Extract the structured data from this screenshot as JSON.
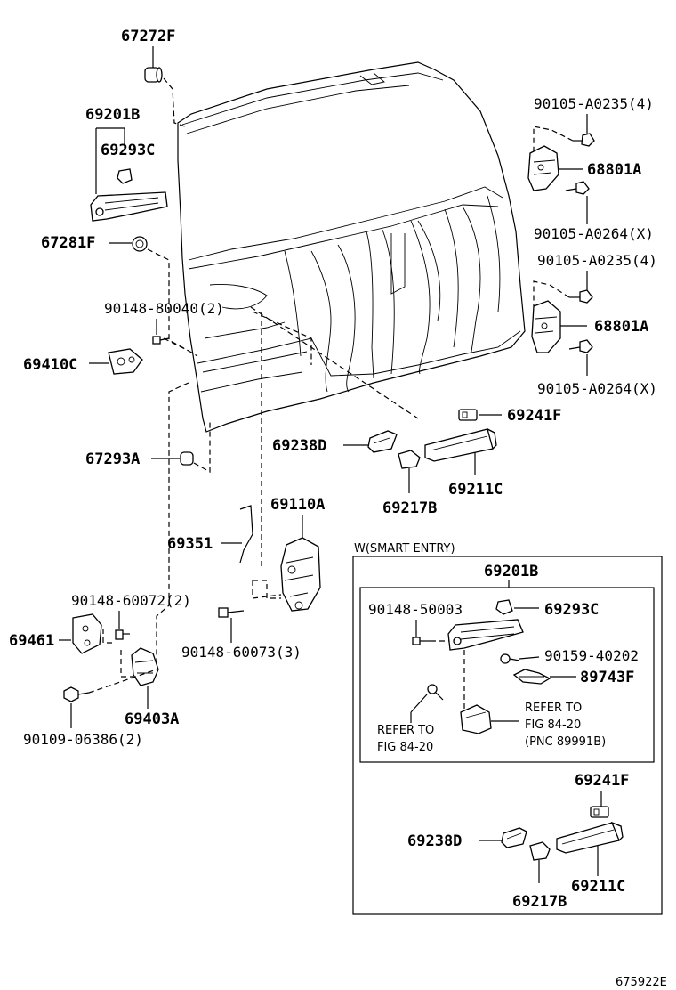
{
  "labels": {
    "l67272F": "67272F",
    "l69201B_top": "69201B",
    "l69293C_top": "69293C",
    "l67281F": "67281F",
    "l90148_80040": "90148-80040(2)",
    "l69410C": "69410C",
    "l67293A": "67293A",
    "l69351": "69351",
    "l69110A": "69110A",
    "l90148_60072": "90148-60072(2)",
    "l69461": "69461",
    "l90148_60073": "90148-60073(3)",
    "l69403A": "69403A",
    "l90109_06386": "90109-06386(2)",
    "l90105_A0235_a": "90105-A0235(4)",
    "l68801A_a": "68801A",
    "l90105_A0264_a": "90105-A0264(X)",
    "l90105_A0235_b": "90105-A0235(4)",
    "l68801A_b": "68801A",
    "l90105_A0264_b": "90105-A0264(X)",
    "l69241F_top": "69241F",
    "l69238D_top": "69238D",
    "l69211C_top": "69211C",
    "l69217B_top": "69217B",
    "smart_entry_caption": "W(SMART ENTRY)",
    "l69201B_box": "69201B",
    "l90148_50003": "90148-50003",
    "l69293C_box": "69293C",
    "l90159_40202": "90159-40202",
    "l89743F": "89743F",
    "refer_left_1": "REFER TO",
    "refer_left_2": "FIG 84-20",
    "refer_right_1": "REFER TO",
    "refer_right_2": "FIG 84-20",
    "refer_right_3": "(PNC 89991B)",
    "l69241F_box": "69241F",
    "l69238D_box": "69238D",
    "l69211C_box": "69211C",
    "l69217B_box": "69217B",
    "figure_number": "675922E"
  }
}
